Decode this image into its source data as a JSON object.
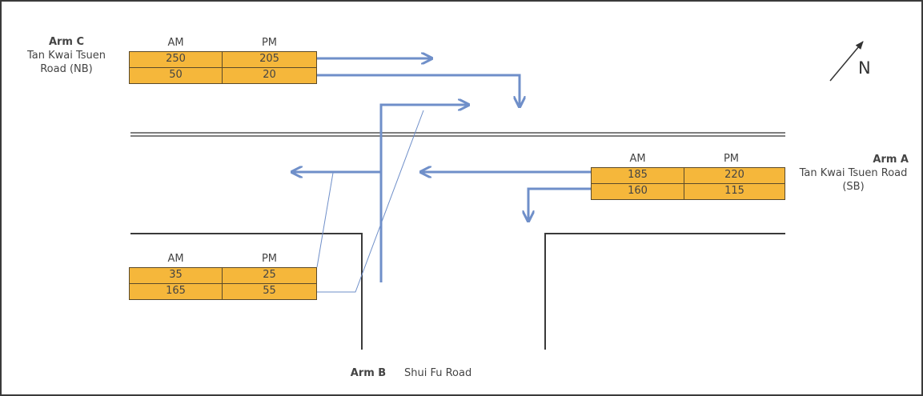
{
  "arm_c": {
    "title": "Arm C",
    "name_line1": "Tan Kwai Tsuen",
    "name_line2": "Road (NB)",
    "col_am": "AM",
    "col_pm": "PM",
    "rows": [
      {
        "am": "250",
        "pm": "205"
      },
      {
        "am": "50",
        "pm": "20"
      }
    ]
  },
  "arm_a": {
    "title": "Arm A",
    "name_line1": "Tan Kwai Tsuen Road",
    "name_line2": "(SB)",
    "col_am": "AM",
    "col_pm": "PM",
    "rows": [
      {
        "am": "185",
        "pm": "220"
      },
      {
        "am": "160",
        "pm": "115"
      }
    ]
  },
  "arm_b": {
    "title": "Arm B",
    "name": "Shui Fu Road",
    "col_am": "AM",
    "col_pm": "PM",
    "rows": [
      {
        "am": "35",
        "pm": "25"
      },
      {
        "am": "165",
        "pm": "55"
      }
    ]
  },
  "north": {
    "label": "N",
    "icon": "north-arrow-icon"
  },
  "colors": {
    "cell_fill": "#f5b73b",
    "arrow": "#6f8fc9",
    "road": "#3a3a3a",
    "frame": "#3a3a3a"
  }
}
